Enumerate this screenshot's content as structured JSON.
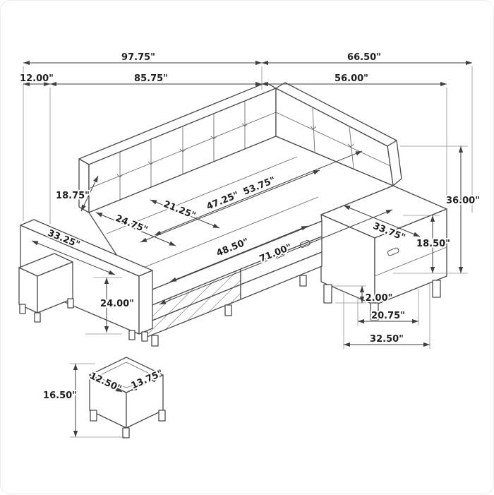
{
  "style": {
    "background": "#ffffff",
    "line_color": "#4a4a4a",
    "dimension_color": "#3f3f3f",
    "text_color": "#1f1f1f"
  },
  "dimensions": {
    "overall_width": "97.75\"",
    "overall_depth": "66.50\"",
    "arm_width": "12.00\"",
    "interior_width": "85.75\"",
    "chaise_side_depth": "56.00\"",
    "back_cushion_height": "18.75\"",
    "sleeper_diagonal": "53.75\"",
    "seat_area_depth": "47.25\"",
    "seat_cushion_depth": "21.25\"",
    "seat_cushion_width": "24.75\"",
    "arm_panel_length": "33.25\"",
    "sleeper_width": "48.50\"",
    "sleeper_length": "71.00\"",
    "chaise_cushion_width": "33.75\"",
    "overall_height": "36.00\"",
    "seat_height": "18.50\"",
    "arm_height": "24.00\"",
    "leg_height": "2.00\"",
    "drawer_width": "20.75\"",
    "chaise_base_width": "32.50\"",
    "ottoman_height": "16.50\"",
    "ottoman_top_width": "12.50\"",
    "ottoman_top_depth": "13.75\""
  }
}
